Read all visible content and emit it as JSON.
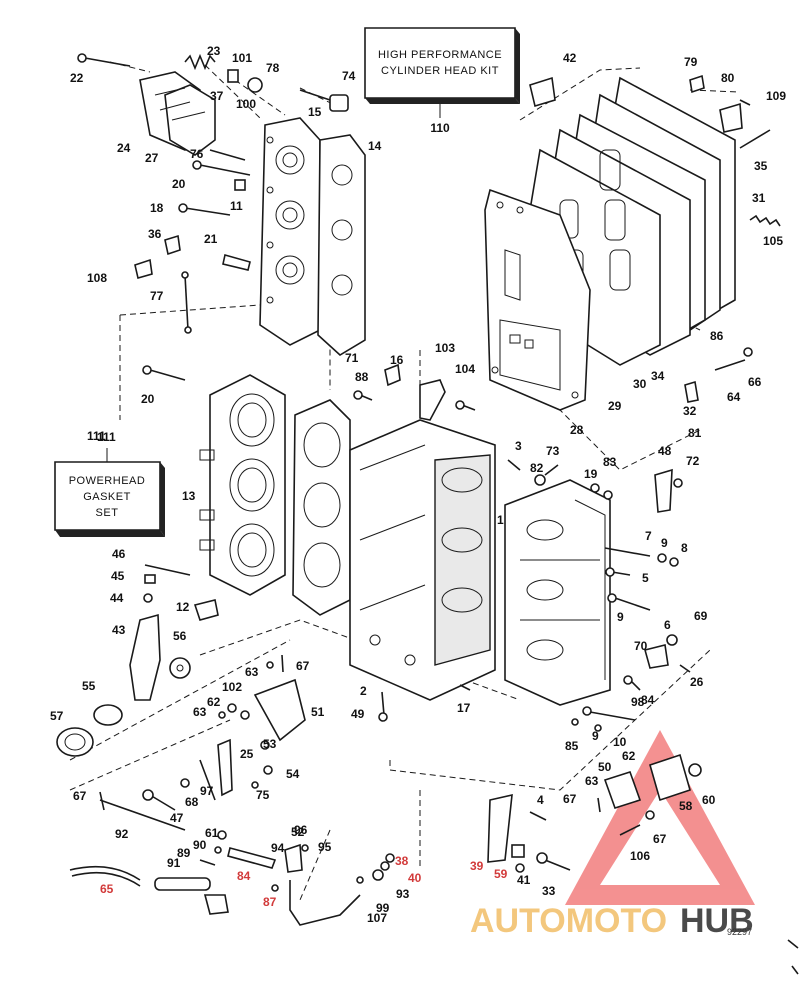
{
  "kits": {
    "cylinder_head": {
      "line1": "HIGH PERFORMANCE",
      "line2": "CYLINDER HEAD KIT",
      "ref": "110"
    },
    "gasket_set": {
      "line1": "POWERHEAD",
      "line2": "GASKET",
      "line3": "SET",
      "ref": "111"
    }
  },
  "watermark": {
    "part1": "AUTOMOTO",
    "part2": "HUB"
  },
  "drawing_code": "92297",
  "callouts": [
    {
      "n": "22"
    },
    {
      "n": "23"
    },
    {
      "n": "101"
    },
    {
      "n": "78"
    },
    {
      "n": "74"
    },
    {
      "n": "42"
    },
    {
      "n": "79"
    },
    {
      "n": "80"
    },
    {
      "n": "109"
    },
    {
      "n": "24"
    },
    {
      "n": "37"
    },
    {
      "n": "100"
    },
    {
      "n": "15"
    },
    {
      "n": "14"
    },
    {
      "n": "35"
    },
    {
      "n": "27"
    },
    {
      "n": "76"
    },
    {
      "n": "20"
    },
    {
      "n": "11"
    },
    {
      "n": "31"
    },
    {
      "n": "18"
    },
    {
      "n": "105"
    },
    {
      "n": "36"
    },
    {
      "n": "21"
    },
    {
      "n": "108"
    },
    {
      "n": "77"
    },
    {
      "n": "86"
    },
    {
      "n": "71"
    },
    {
      "n": "16"
    },
    {
      "n": "103"
    },
    {
      "n": "34"
    },
    {
      "n": "88"
    },
    {
      "n": "104"
    },
    {
      "n": "30"
    },
    {
      "n": "66"
    },
    {
      "n": "64"
    },
    {
      "n": "20"
    },
    {
      "n": "29"
    },
    {
      "n": "32"
    },
    {
      "n": "81"
    },
    {
      "n": "28"
    },
    {
      "n": "111"
    },
    {
      "n": "13"
    },
    {
      "n": "3"
    },
    {
      "n": "73"
    },
    {
      "n": "82"
    },
    {
      "n": "19"
    },
    {
      "n": "83"
    },
    {
      "n": "48"
    },
    {
      "n": "72"
    },
    {
      "n": "1"
    },
    {
      "n": "7"
    },
    {
      "n": "9"
    },
    {
      "n": "8"
    },
    {
      "n": "46"
    },
    {
      "n": "45"
    },
    {
      "n": "5"
    },
    {
      "n": "44"
    },
    {
      "n": "12"
    },
    {
      "n": "6"
    },
    {
      "n": "69"
    },
    {
      "n": "9"
    },
    {
      "n": "43"
    },
    {
      "n": "56"
    },
    {
      "n": "70"
    },
    {
      "n": "67"
    },
    {
      "n": "26"
    },
    {
      "n": "63"
    },
    {
      "n": "98"
    },
    {
      "n": "55"
    },
    {
      "n": "102"
    },
    {
      "n": "2"
    },
    {
      "n": "62"
    },
    {
      "n": "51"
    },
    {
      "n": "84"
    },
    {
      "n": "57"
    },
    {
      "n": "63"
    },
    {
      "n": "49"
    },
    {
      "n": "17"
    },
    {
      "n": "9"
    },
    {
      "n": "10"
    },
    {
      "n": "53"
    },
    {
      "n": "85"
    },
    {
      "n": "25"
    },
    {
      "n": "54"
    },
    {
      "n": "62"
    },
    {
      "n": "50"
    },
    {
      "n": "68"
    },
    {
      "n": "97"
    },
    {
      "n": "75"
    },
    {
      "n": "63"
    },
    {
      "n": "60"
    },
    {
      "n": "67"
    },
    {
      "n": "4"
    },
    {
      "n": "67"
    },
    {
      "n": "52"
    },
    {
      "n": "47"
    },
    {
      "n": "58"
    },
    {
      "n": "92"
    },
    {
      "n": "61"
    },
    {
      "n": "67"
    },
    {
      "n": "96"
    },
    {
      "n": "90"
    },
    {
      "n": "94"
    },
    {
      "n": "95"
    },
    {
      "n": "89"
    },
    {
      "n": "91"
    },
    {
      "n": "84"
    },
    {
      "n": "38"
    },
    {
      "n": "39"
    },
    {
      "n": "59"
    },
    {
      "n": "106"
    },
    {
      "n": "65"
    },
    {
      "n": "40"
    },
    {
      "n": "41"
    },
    {
      "n": "33"
    },
    {
      "n": "93"
    },
    {
      "n": "87"
    },
    {
      "n": "99"
    },
    {
      "n": "107"
    }
  ]
}
